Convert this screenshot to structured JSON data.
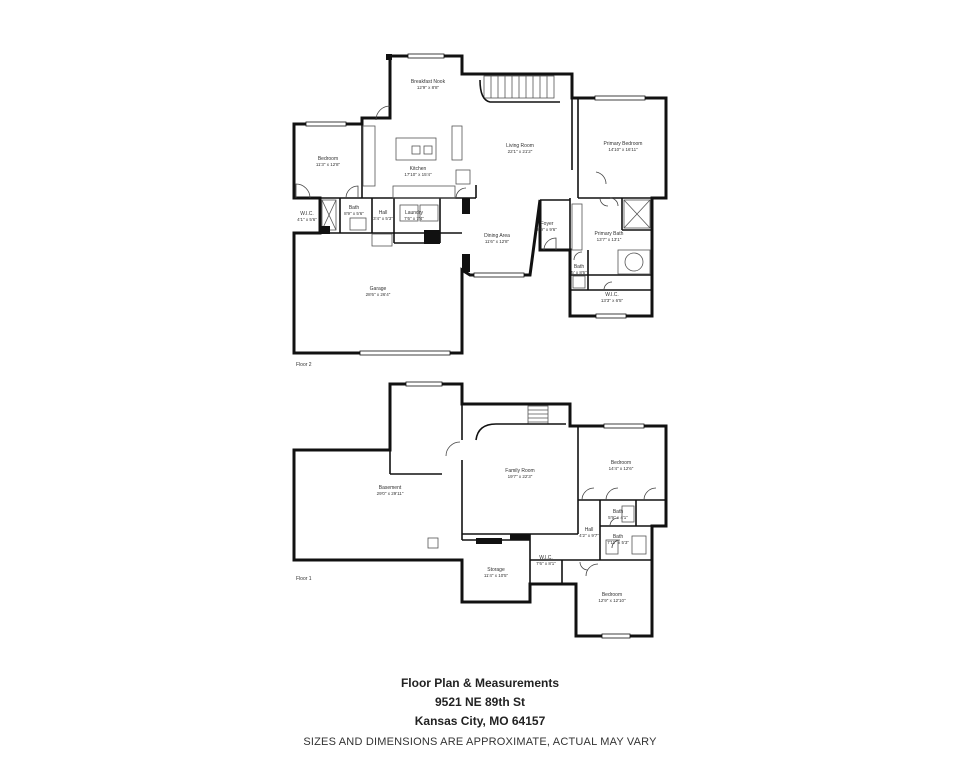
{
  "floor2": {
    "label": "Floor 2",
    "rooms": {
      "breakfast_nook": {
        "name": "Breakfast Nook",
        "dim": "12'9\" x 8'8\""
      },
      "living_room": {
        "name": "Living Room",
        "dim": "22'1\" x 21'2\""
      },
      "primary_bedroom": {
        "name": "Primary Bedroom",
        "dim": "14'10\" x 16'11\""
      },
      "bedroom": {
        "name": "Bedroom",
        "dim": "11'3\" x 12'8\""
      },
      "kitchen": {
        "name": "Kitchen",
        "dim": "17'10\" x 15'4\""
      },
      "wic_left": {
        "name": "W.I.C.",
        "dim": "4'1\" x 5'6\""
      },
      "bath_left": {
        "name": "Bath",
        "dim": "8'9\" x 5'6\""
      },
      "hall": {
        "name": "Hall",
        "dim": "3'4\" x 5'3\""
      },
      "laundry": {
        "name": "Laundry",
        "dim": "7'6\" x 7'4\""
      },
      "foyer": {
        "name": "Foyer",
        "dim": "8'9\" x 9'6\""
      },
      "dining_area": {
        "name": "Dining Area",
        "dim": "11'6\" x 12'8\""
      },
      "primary_bath": {
        "name": "Primary Bath",
        "dim": "13'7\" x 13'1\""
      },
      "bath_small": {
        "name": "Bath",
        "dim": "5' x 8'6\""
      },
      "wic_right": {
        "name": "W.I.C.",
        "dim": "13'3\" x 6'5\""
      },
      "garage": {
        "name": "Garage",
        "dim": "28'6\" x 26'4\""
      }
    }
  },
  "floor1": {
    "label": "Floor 1",
    "rooms": {
      "basement": {
        "name": "Basement",
        "dim": "29'0\" x 29'11\""
      },
      "family_room": {
        "name": "Family Room",
        "dim": "19'7\" x 22'3\""
      },
      "bedroom_top": {
        "name": "Bedroom",
        "dim": "14'4\" x 12'6\""
      },
      "bath_a": {
        "name": "Bath",
        "dim": "5'9\" x 4'1\""
      },
      "hall": {
        "name": "Hall",
        "dim": "4'2\" x 9'7\""
      },
      "bath_b": {
        "name": "Bath",
        "dim": "7'11\" x 5'3\""
      },
      "wic": {
        "name": "W.I.C.",
        "dim": "7'6\" x 8'1\""
      },
      "storage": {
        "name": "Storage",
        "dim": "11'4\" x 10'5\""
      },
      "bedroom_bottom": {
        "name": "Bedroom",
        "dim": "12'9\" x 12'10\""
      }
    }
  },
  "footer": {
    "title": "Floor Plan & Measurements",
    "address_line1": "9521 NE 89th St",
    "address_line2": "Kansas City, MO 64157",
    "disclaimer": "SIZES AND DIMENSIONS ARE APPROXIMATE, ACTUAL MAY VARY"
  }
}
